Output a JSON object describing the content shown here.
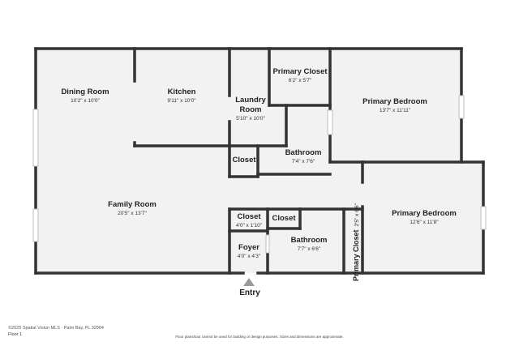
{
  "rooms": {
    "dining": {
      "name": "Dining Room",
      "dims": "10'2\" x 10'0\""
    },
    "kitchen": {
      "name": "Kitchen",
      "dims": "9'11\" x 10'0\""
    },
    "laundry": {
      "name_line1": "Laundry",
      "name_line2": "Room",
      "dims": "5'10\" x 10'0\""
    },
    "primary_closet_top": {
      "name": "Primary Closet",
      "dims": "6'2\" x 5'7\""
    },
    "primary_bedroom_top": {
      "name": "Primary Bedroom",
      "dims": "13'7\" x 11'11\""
    },
    "closet_mid": {
      "name": "Closet"
    },
    "bathroom_top": {
      "name": "Bathroom",
      "dims": "7'4\" x 7'6\""
    },
    "family": {
      "name": "Family Room",
      "dims": "20'5\" x 13'7\""
    },
    "closet_entry": {
      "name": "Closet",
      "dims": "4'0\" x 1'10\""
    },
    "closet_small": {
      "name": "Closet"
    },
    "foyer": {
      "name": "Foyer",
      "dims": "4'0\" x 4'3\""
    },
    "bathroom_bottom": {
      "name": "Bathroom",
      "dims": "7'7\" x 6'6\""
    },
    "primary_closet_vertical": {
      "name": "Primary Closet",
      "dims": "2'5\" x 6'6\""
    },
    "primary_bedroom_bottom": {
      "name": "Primary Bedroom",
      "dims": "12'6\" x 11'8\""
    }
  },
  "entry_label": "Entry",
  "floor_label": "Floor 1",
  "address_text": "©2025 Spatial Vision MLS · Palm Bay, FL 32904",
  "disclaimer": "Floor plans/tour cannot be used for building or design purposes. Sizes and dimensions are approximate.",
  "colors": {
    "wall": "#333333",
    "floor": "#f2f2f2",
    "window": "#cfcfcf"
  }
}
